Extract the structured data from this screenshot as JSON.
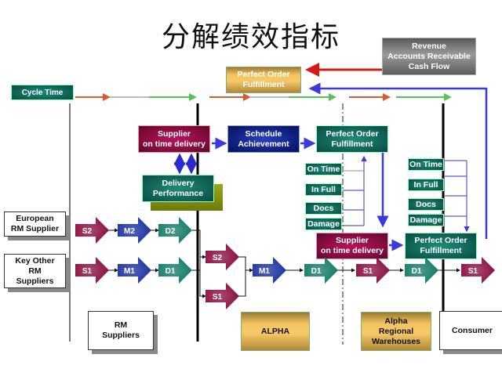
{
  "title": "分解绩效指标",
  "top": {
    "cycle_time": "Cycle Time",
    "perfect_order": "Perfect Order\nFulfillment",
    "revenue": "Revenue\nAccounts Receivable\nCash Flow"
  },
  "metrics": {
    "supplier_on_time": "Supplier\non time delivery",
    "schedule_achievement": "Schedule\nAchievement",
    "perfect_order_mid": "Perfect Order\nFulfillment",
    "delivery_performance": "Delivery\nPerformance",
    "supplier_on_time_low": "Supplier\non time delivery",
    "perfect_order_low": "Perfect Order\nFulfillment"
  },
  "checks_left": [
    "On Time",
    "In Full",
    "Docs",
    "Damage"
  ],
  "checks_right": [
    "On Time",
    "In Full",
    "Docs",
    "Damage"
  ],
  "suppliers": {
    "european": "European\nRM Supplier",
    "key_other": "Key Other\nRM\nSuppliers"
  },
  "process_row1": [
    "S2",
    "M2",
    "D2"
  ],
  "process_row2": [
    "S1",
    "M1",
    "D1"
  ],
  "alpha_inputs": [
    "S2",
    "S1"
  ],
  "alpha_chain": [
    "M1",
    "D1",
    "S1",
    "D1",
    "S1"
  ],
  "entities": {
    "rm_suppliers": "RM\nSuppliers",
    "alpha": "ALPHA",
    "regional": "Alpha\nRegional\nWarehouses",
    "consumer": "Consumer"
  },
  "colors": {
    "source": "#8a0c40",
    "make": "#1a2fa0",
    "deliver": "#117a68",
    "link_blue": "#3a3ad8",
    "link_red": "#d81818"
  }
}
